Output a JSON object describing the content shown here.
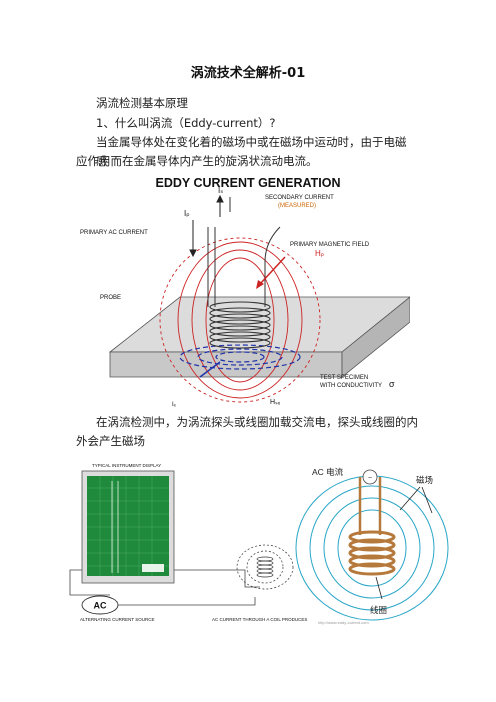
{
  "document": {
    "title": "涡流技术全解析-01",
    "paragraphs": [
      "涡流检测基本原理",
      "1、什么叫涡流（Eddy-current）?",
      "当金属导体处在变化着的磁场中或在磁场中运动时，由于电磁感",
      "应作用而在金属导体内产生的旋涡状流动电流。",
      "在涡流检测中，为涡流探头或线圈加载交流电，探头或线圈的内",
      "外会产生磁场"
    ]
  },
  "figure1": {
    "heading": "EDDY CURRENT GENERATION",
    "labels": {
      "ip": "Iₚ",
      "is": "Iₛ",
      "secondary": "SECONDARY CURRENT",
      "measured": "(MEASURED)",
      "primary_ac": "PRIMARY AC CURRENT",
      "primary_field": "PRIMARY MAGNETIC FIELD",
      "hp": "Hₚ",
      "probe": "PROBE",
      "test_specimen": "TEST SPECIMEN",
      "conductivity": "WITH CONDUCTIVITY",
      "sigma": "σ",
      "isw": "Hₛₑ",
      "ie": "Iₑ"
    },
    "colors": {
      "field": "#cc2222",
      "eddy": "#2233aa",
      "coil": "#333333"
    }
  },
  "figure2": {
    "labels": {
      "display_title": "TYPICAL INSTRUMENT DISPLAY",
      "ac": "AC",
      "ac_source": "ALTERNATING CURRENT SOURCE",
      "coil_caption": "AC CURRENT THROUGH A COIL PRODUCES",
      "ac_current": "AC 电流",
      "field": "磁场",
      "coil": "线圈",
      "watermark": "http://www.eddy-current.com"
    },
    "colors": {
      "screen": "#1f8a3b",
      "coil": "#b5793b",
      "fieldline": "#2aa6c8"
    }
  }
}
